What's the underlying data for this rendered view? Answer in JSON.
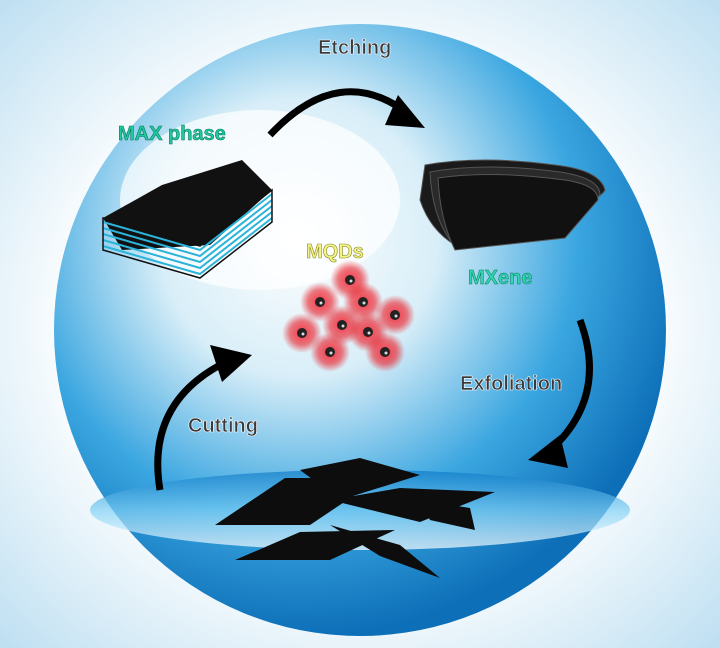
{
  "labels": {
    "etching": "Etching",
    "max_phase": "MAX phase",
    "mqds": "MQDs",
    "mxene": "MXene",
    "exfoliation": "Exfoliation",
    "cutting": "Cutting"
  },
  "colors": {
    "max_label": "#1fc9a0",
    "mqds_label": "#f4f48a",
    "mxene_label": "#2fd6b0",
    "text_dark": "#3a3a3a",
    "dot_glow": "#e8202a",
    "sphere_blue": "#1a8fd6"
  }
}
